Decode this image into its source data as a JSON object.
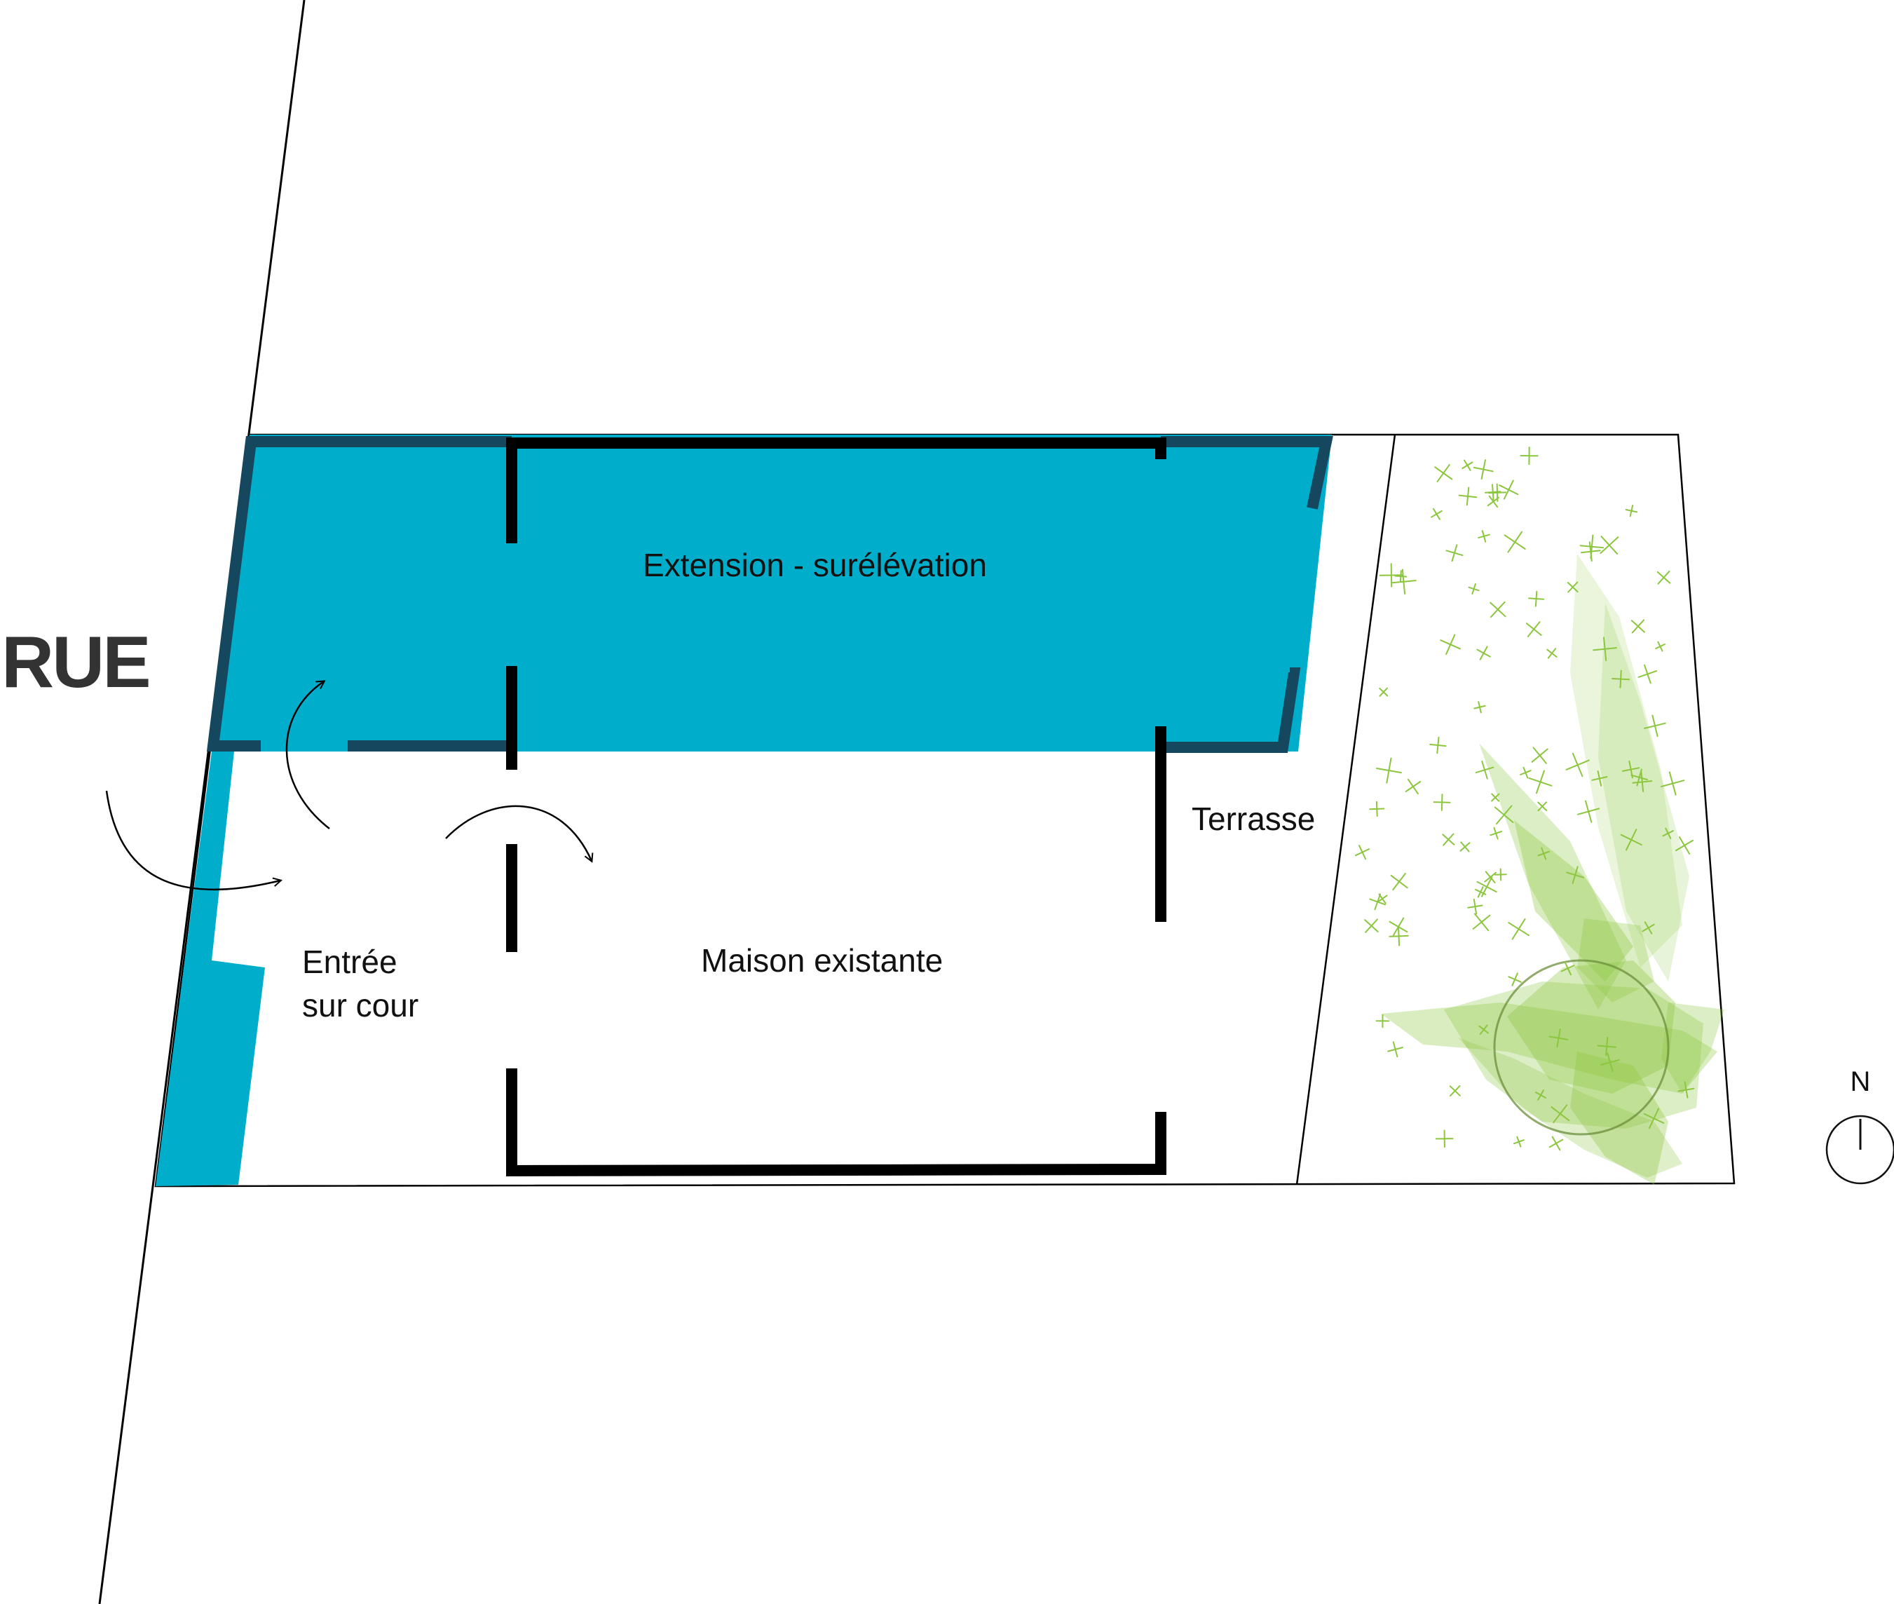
{
  "labels": {
    "street": "RUE",
    "extension": "Extension - surélévation",
    "existing_house": "Maison existante",
    "entrance_line1": "Entrée",
    "entrance_line2": "sur cour",
    "terrace": "Terrasse",
    "north": "N"
  },
  "colors": {
    "extension_fill": "#00aecb",
    "extension_outline": "#15475e",
    "walls": "#000000",
    "garden_green": "#8cc63f",
    "street_text": "#333333",
    "background": "#ffffff"
  },
  "icons": {
    "north_arrow": "compass-north-icon",
    "entry_arrows": "curved-arrow-icon",
    "garden_symbols": "grass-cross-icon"
  }
}
